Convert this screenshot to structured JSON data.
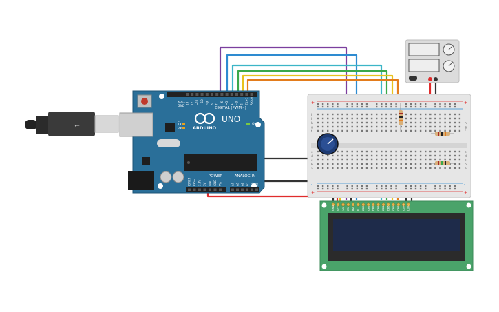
{
  "arduino": {
    "brand": "ARDUINO",
    "model": "UNO",
    "digital_header": "DIGITAL (PWM~)",
    "power_label": "POWER",
    "analog_label": "ANALOG IN",
    "aref": "AREF",
    "gnd": "GND",
    "tx": "TX",
    "rx": "RX",
    "on": "ON",
    "l": "L",
    "digital_pins": [
      "13",
      "12",
      "~11",
      "~10",
      "~9",
      "8",
      "7",
      "~6",
      "~5",
      "4",
      "~3",
      "2",
      "TX>1",
      "RX<0"
    ],
    "power_pins": [
      "IOREF",
      "RESET",
      "3.3V",
      "5V",
      "GND",
      "GND",
      "Vin"
    ],
    "analog_pins": [
      "A0",
      "A1",
      "A2",
      "A3",
      "A4",
      "A5"
    ]
  },
  "breadboard": {
    "rows_left": [
      "j",
      "i",
      "h",
      "g",
      "f",
      "e",
      "d",
      "c",
      "b",
      "a"
    ],
    "rows_right": [
      "j",
      "i",
      "h",
      "g",
      "f",
      "e",
      "d",
      "c",
      "b",
      "a"
    ],
    "plus": "+",
    "minus": "-"
  },
  "lcd": {
    "pins": [
      "GND",
      "VCC",
      "VO",
      "RS",
      "RW",
      "E",
      "DB0",
      "DB1",
      "DB2",
      "DB3",
      "DB4",
      "DB5",
      "DB6",
      "DB7",
      "LED+",
      "LED-"
    ]
  },
  "colors": {
    "board": "#2a6f99",
    "lcd_pcb": "#4aa36a",
    "lcd_screen": "#1e2b4a",
    "wire_purple": "#7b3f9e",
    "wire_blue": "#2e8bd1",
    "wire_teal": "#3cb5c7",
    "wire_green": "#3aa84a",
    "wire_yellow": "#e8c21d",
    "wire_orange": "#e37c1c",
    "wire_red": "#e02c2c",
    "wire_black": "#333333"
  }
}
